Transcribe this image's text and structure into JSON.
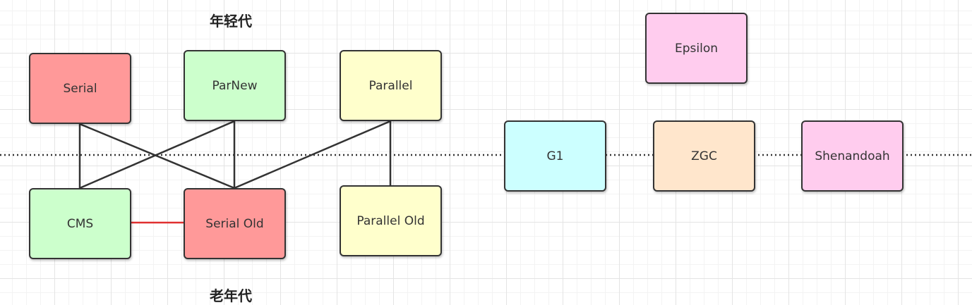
{
  "labels": {
    "young": "年轻代",
    "old": "老年代"
  },
  "nodes": {
    "serial": "Serial",
    "parnew": "ParNew",
    "parallel": "Parallel",
    "cms": "CMS",
    "serial_old": "Serial Old",
    "parallel_old": "Parallel Old",
    "epsilon": "Epsilon",
    "g1": "G1",
    "zgc": "ZGC",
    "shenandoah": "Shenandoah"
  },
  "colors": {
    "serial": "#ff9999",
    "parnew": "#ccffcc",
    "parallel": "#ffffcc",
    "cms": "#ccffcc",
    "serial_old": "#ff9999",
    "parallel_old": "#ffffcc",
    "epsilon": "#ffccee",
    "g1": "#ccffff",
    "zgc": "#ffe6cc",
    "shenandoah": "#ffccee",
    "connector": "#333333",
    "fallback_connector": "#e03030"
  }
}
